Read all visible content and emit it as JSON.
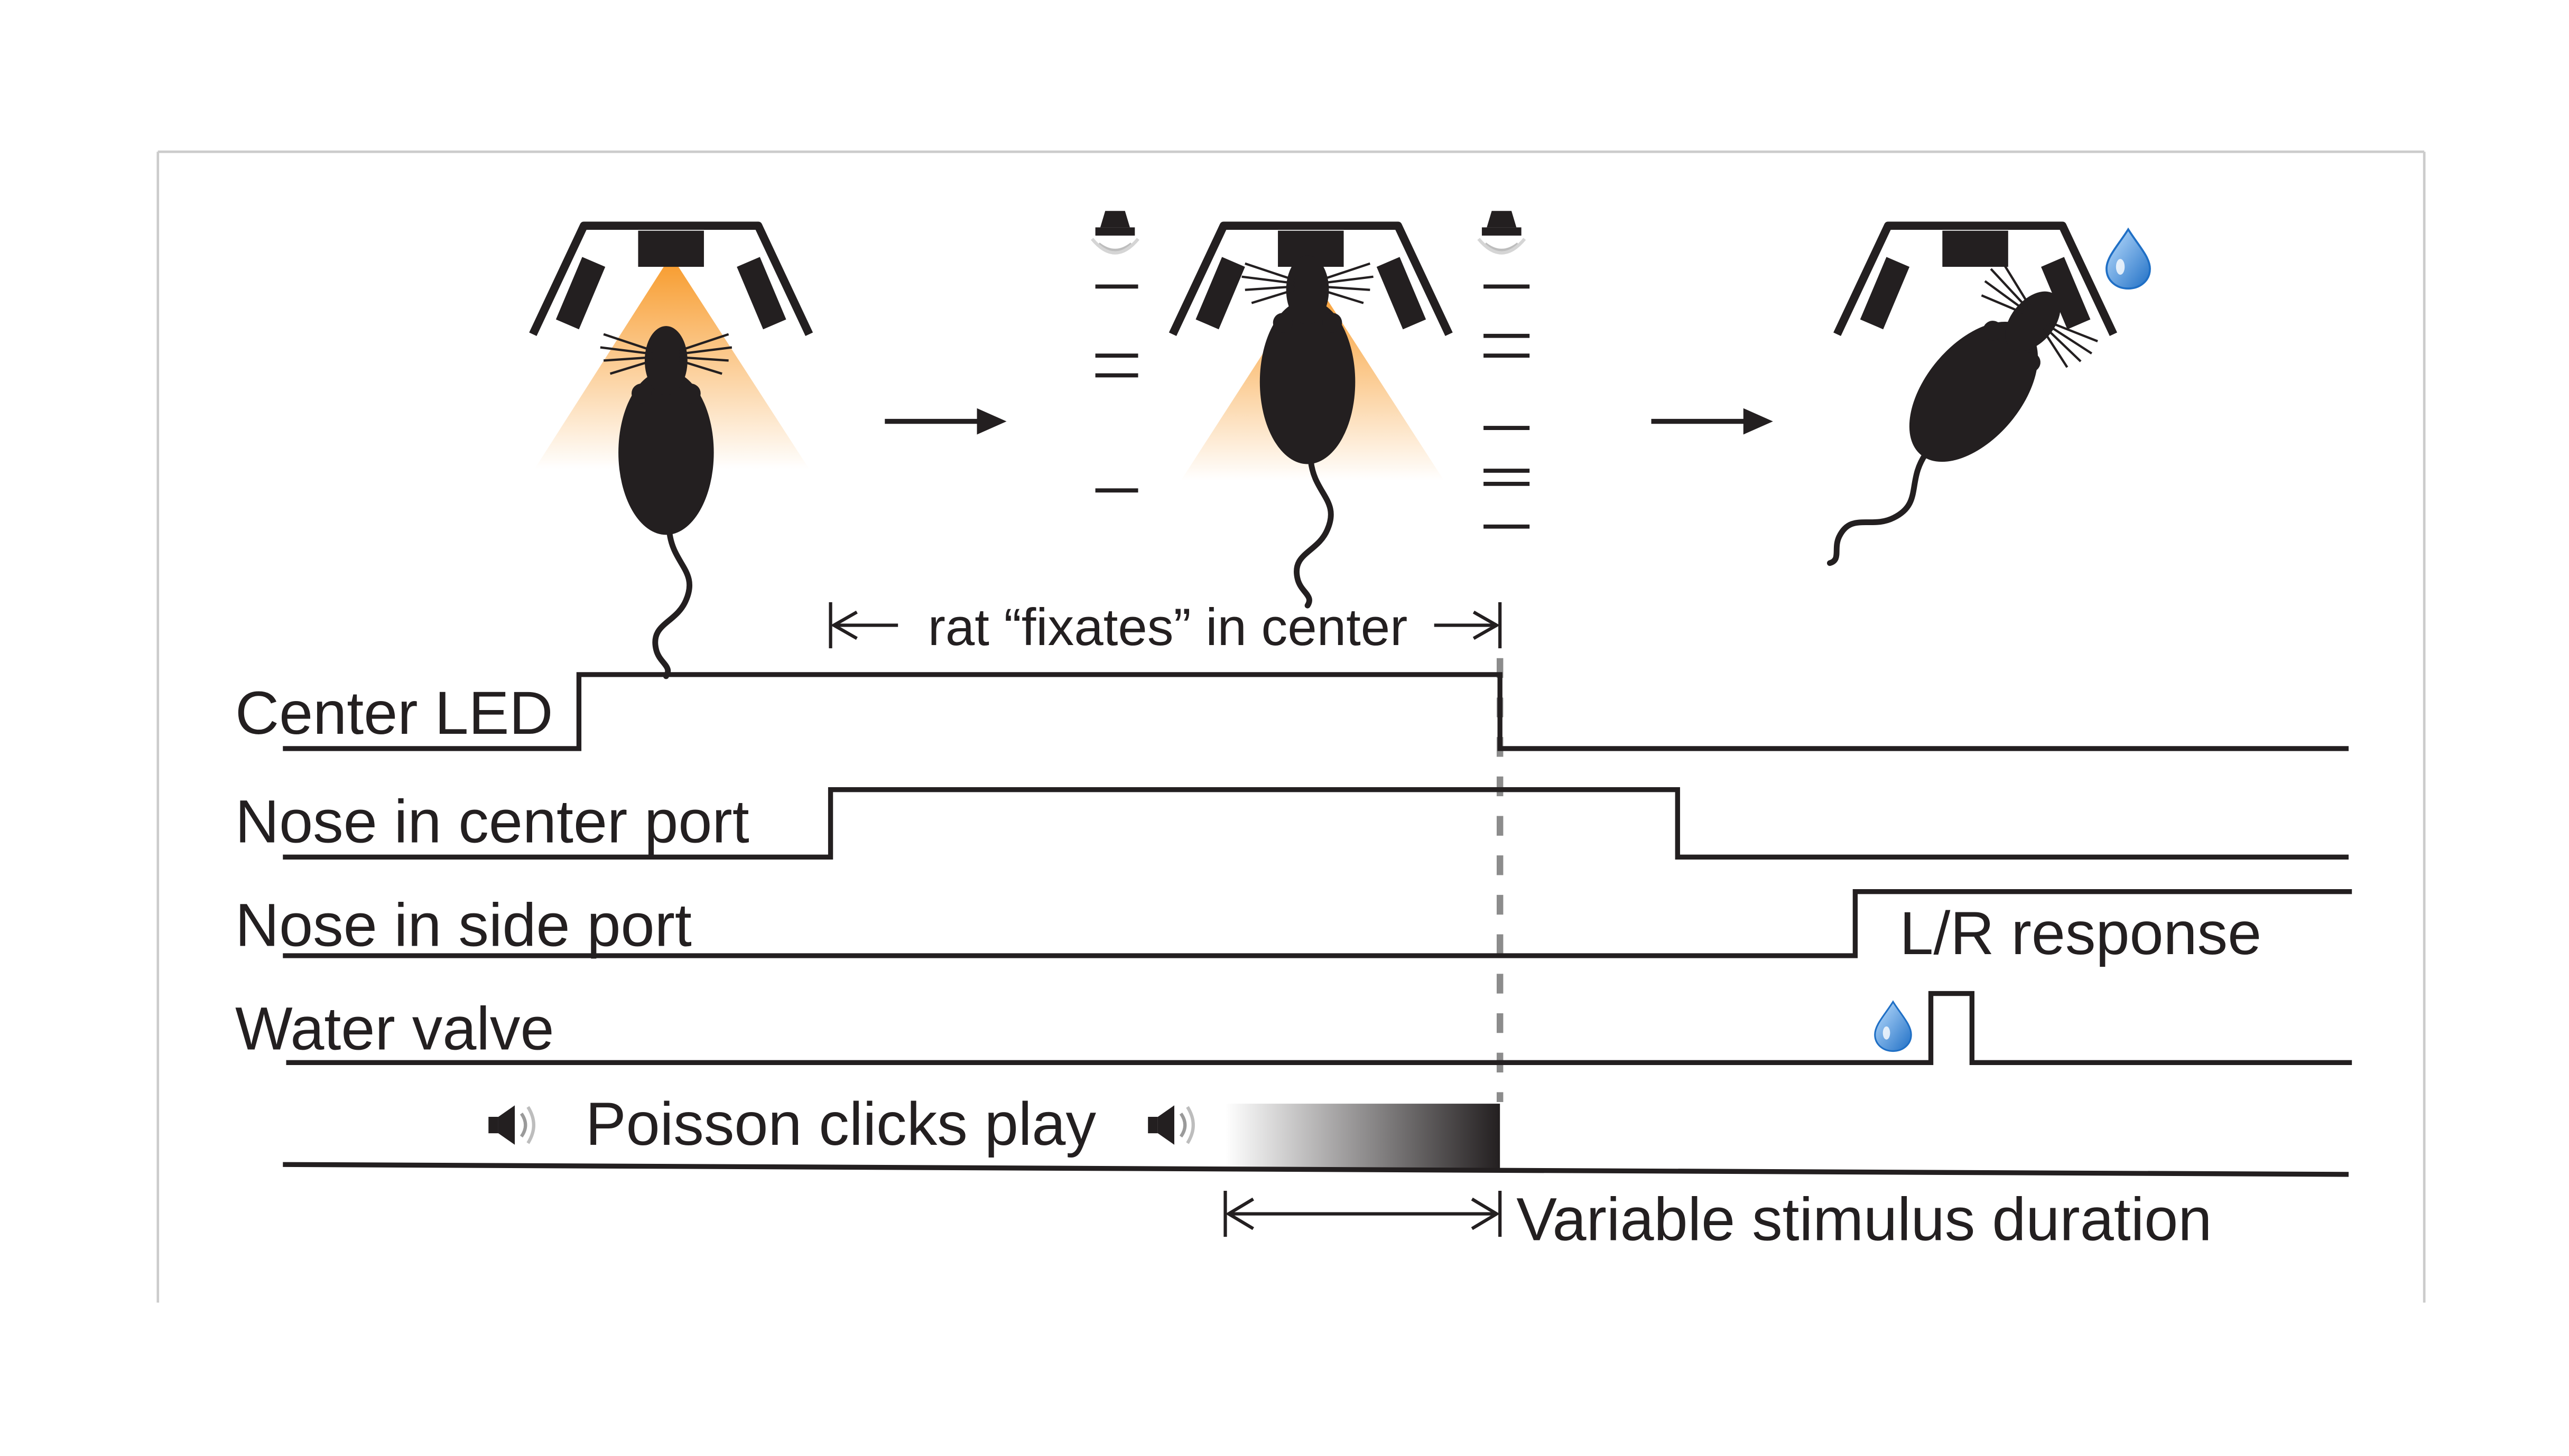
{
  "annotations": {
    "fixation": "rat “fixates” in center",
    "response": "L/R response",
    "clicks": "Poisson clicks play",
    "duration": "Variable stimulus duration"
  },
  "traces": [
    {
      "label": "Center LED"
    },
    {
      "label": "Nose in center port"
    },
    {
      "label": "Nose in side port"
    },
    {
      "label": "Water valve"
    }
  ],
  "colors": {
    "ink": "#231f20",
    "led_glow": "#f7941d",
    "water_drop": "#4a90d9",
    "dashed_line": "#8c8c8c",
    "frame": "#cccccc"
  },
  "icons": {
    "rat": "rat-silhouette",
    "speaker": "speaker-icon",
    "drop": "water-drop-icon",
    "tone": "tone-emitter-icon"
  }
}
